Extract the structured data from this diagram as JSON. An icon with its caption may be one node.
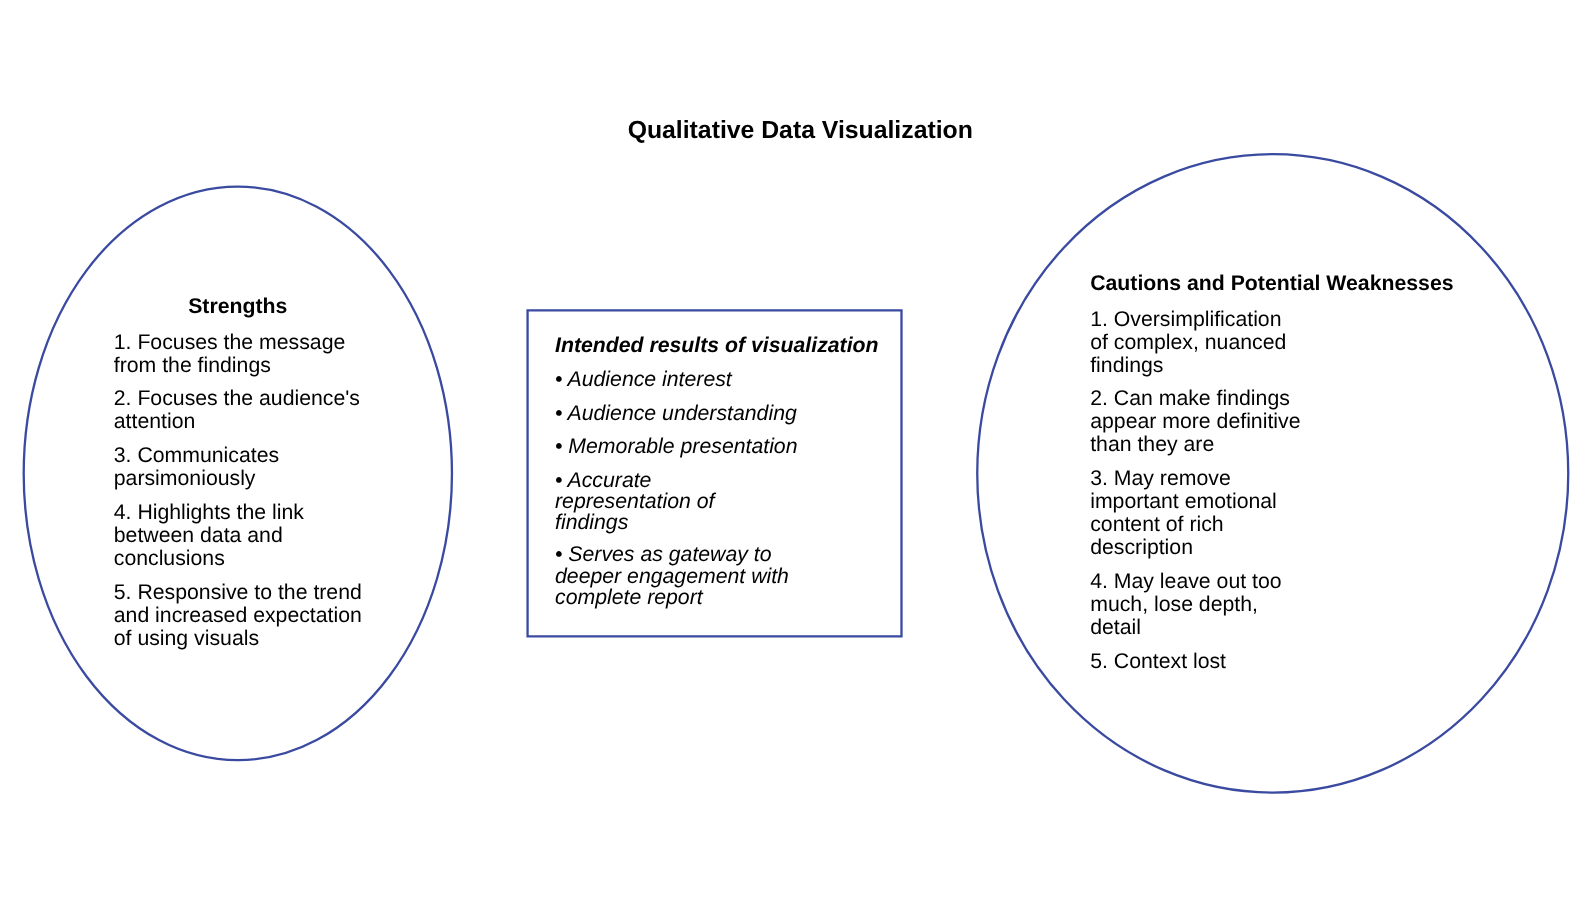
{
  "diagram": {
    "title": "Qualitative Data Visualization",
    "nodes": [
      {
        "text": [
          "Strengths",
          "1. Focuses the message from the findings",
          "2. Focuses the audience's attention",
          "3. Communicates parsimoniously",
          "4. Highlights the link between data and conclusions",
          "5. Responsive to the trend and increased expectation of using visuals"
        ]
      },
      {
        "text": [
          "Intended results of visualization",
          "• Audience interest",
          "• Audience understanding",
          "• Memorable presentation",
          "• Accurate representation of findings",
          "• Serves as gateway to deeper engagement with complete report"
        ]
      },
      {
        "text": [
          "Cautions and Potential Weaknesses",
          "1. Oversimplification of complex, nuanced findings",
          "2. Can make findings appear more definitive than they are",
          "3. May remove important emotional content of rich description",
          "4. May leave out too much, lose depth, detail",
          "5. Context lost"
        ]
      }
    ],
    "edges": []
  }
}
